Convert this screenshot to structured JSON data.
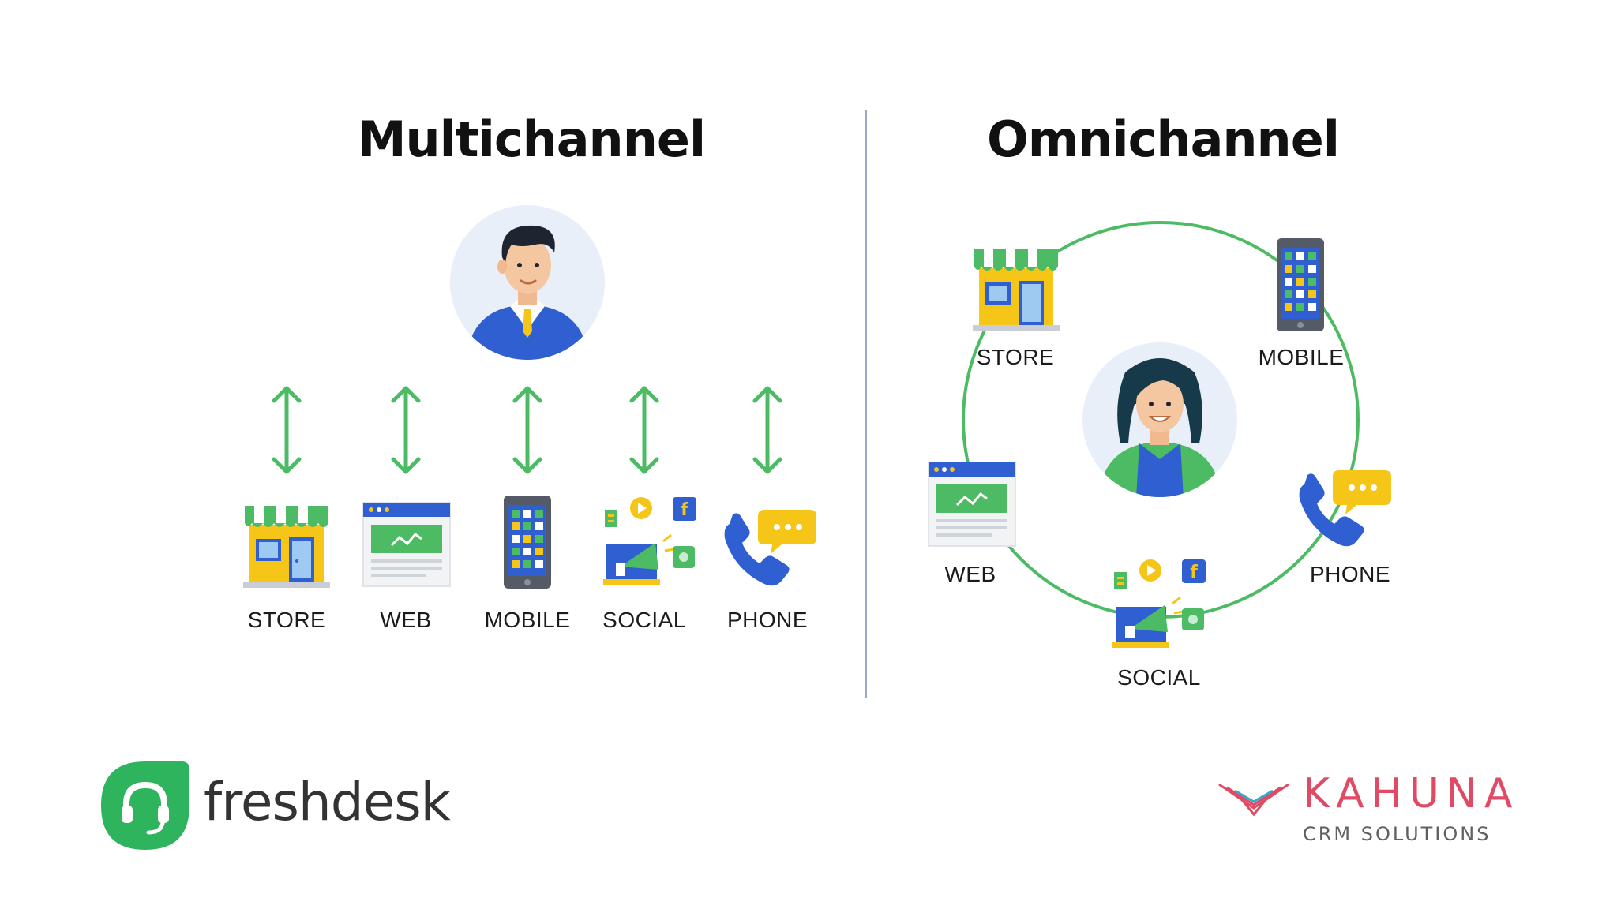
{
  "titles": {
    "left": "Multichannel",
    "right": "Omnichannel"
  },
  "channels": {
    "store": "STORE",
    "web": "WEB",
    "mobile": "MOBILE",
    "social": "SOCIAL",
    "phone": "PHONE"
  },
  "branding": {
    "freshdesk": "freshdesk",
    "kahuna": "KAHUNA",
    "kahuna_sub": "CRM SOLUTIONS"
  },
  "colors": {
    "arrow_green": "#4cbb64",
    "ring_green": "#4cbb64",
    "freshdesk_green": "#2fb45e",
    "kahuna_red": "#e04a64",
    "divider": "#9aa9c9"
  }
}
